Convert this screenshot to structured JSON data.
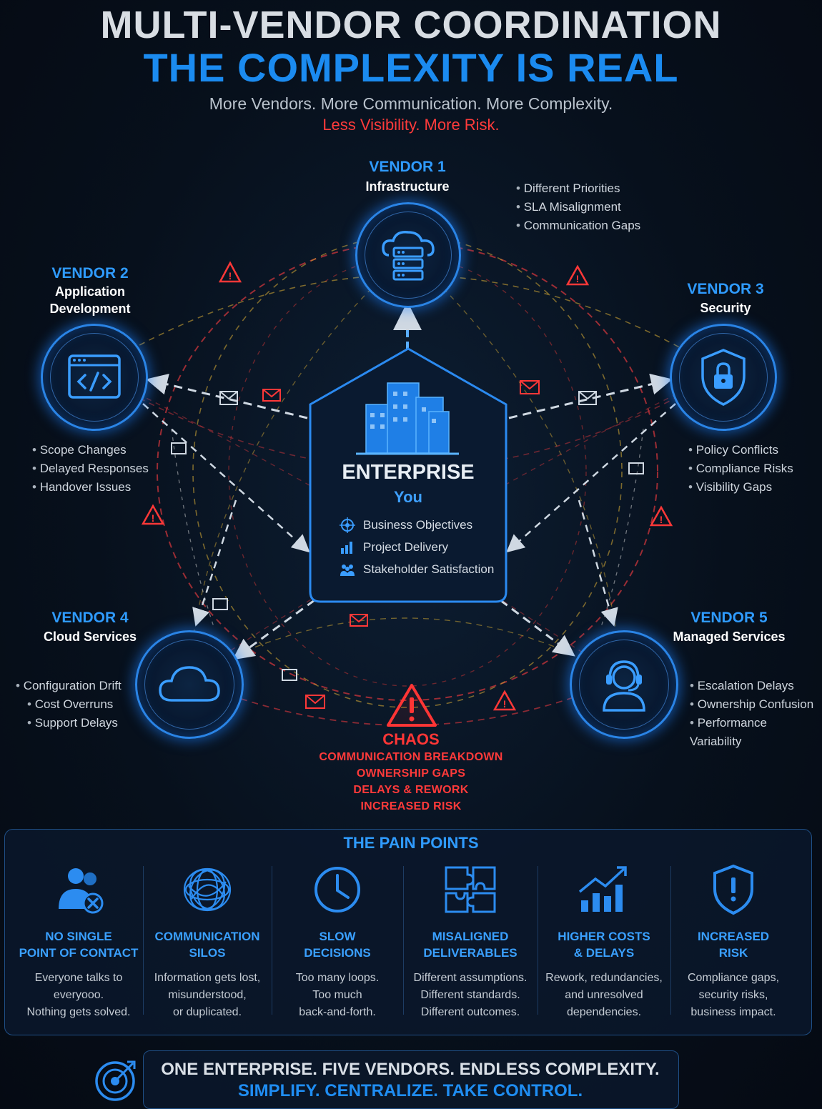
{
  "header": {
    "title_line1": "MULTI-VENDOR COORDINATION",
    "title_line2": "THE COMPLEXITY IS REAL",
    "subtitle": "More Vendors. More Communication. More Complexity.",
    "subtitle_alert": "Less Visibility. More Risk."
  },
  "vendors": [
    {
      "label": "VENDOR 1",
      "name": "Infrastructure",
      "icon": "server-cloud-icon",
      "issues": [
        "Different Priorities",
        "SLA Misalignment",
        "Communication Gaps"
      ]
    },
    {
      "label": "VENDOR 2",
      "name_line1": "Application",
      "name_line2": "Development",
      "icon": "code-window-icon",
      "issues": [
        "Scope Changes",
        "Delayed Responses",
        "Handover Issues"
      ]
    },
    {
      "label": "VENDOR 3",
      "name": "Security",
      "icon": "shield-lock-icon",
      "issues": [
        "Policy Conflicts",
        "Compliance Risks",
        "Visibility Gaps"
      ]
    },
    {
      "label": "VENDOR 4",
      "name": "Cloud Services",
      "icon": "cloud-icon",
      "issues": [
        "Configuration Drift",
        "Cost Overruns",
        "Support Delays"
      ]
    },
    {
      "label": "VENDOR 5",
      "name": "Managed Services",
      "icon": "headset-agent-icon",
      "issues": [
        "Escalation Delays",
        "Ownership Confusion",
        "Performance Variability"
      ]
    }
  ],
  "enterprise": {
    "title": "ENTERPRISE",
    "subtitle": "You",
    "items": [
      {
        "label": "Business Objectives",
        "icon": "target-icon"
      },
      {
        "label": "Project Delivery",
        "icon": "bar-chart-icon"
      },
      {
        "label": "Stakeholder Satisfaction",
        "icon": "people-icon"
      }
    ]
  },
  "chaos": {
    "title": "CHAOS",
    "lines": [
      "COMMUNICATION BREAKDOWN",
      "OWNERSHIP GAPS",
      "DELAYS & REWORK",
      "INCREASED RISK"
    ]
  },
  "pain_points": {
    "title": "THE PAIN POINTS",
    "items": [
      {
        "title": "NO SINGLE\nPOINT OF CONTACT",
        "desc": "Everyone talks to\neveryooo.\nNothing gets solved.",
        "icon": "users-x-icon"
      },
      {
        "title": "COMMUNICATION\nSILOS",
        "desc": "Information gets lost,\nmisunderstood,\nor duplicated.",
        "icon": "tangled-ball-icon"
      },
      {
        "title": "SLOW\nDECISIONS",
        "desc": "Too many loops.\nToo much\nback-and-forth.",
        "icon": "clock-icon"
      },
      {
        "title": "MISALIGNED\nDELIVERABLES",
        "desc": "Different assumptions.\nDifferent standards.\nDifferent outcomes.",
        "icon": "puzzle-icon"
      },
      {
        "title": "HIGHER COSTS\n& DELAYS",
        "desc": "Rework, redundancies,\nand unresolved\ndependencies.",
        "icon": "rising-bars-icon"
      },
      {
        "title": "INCREASED\nRISK",
        "desc": "Compliance gaps,\nsecurity risks,\nbusiness impact.",
        "icon": "shield-alert-icon"
      }
    ]
  },
  "footer": {
    "line1": "ONE ENTERPRISE. FIVE VENDORS. ENDLESS COMPLEXITY.",
    "line2": "SIMPLIFY. CENTRALIZE. TAKE CONTROL.",
    "icon": "target-icon"
  },
  "colors": {
    "accent_blue": "#1b8bf0",
    "alert_red": "#ff3b3b",
    "background": "#07101c"
  }
}
